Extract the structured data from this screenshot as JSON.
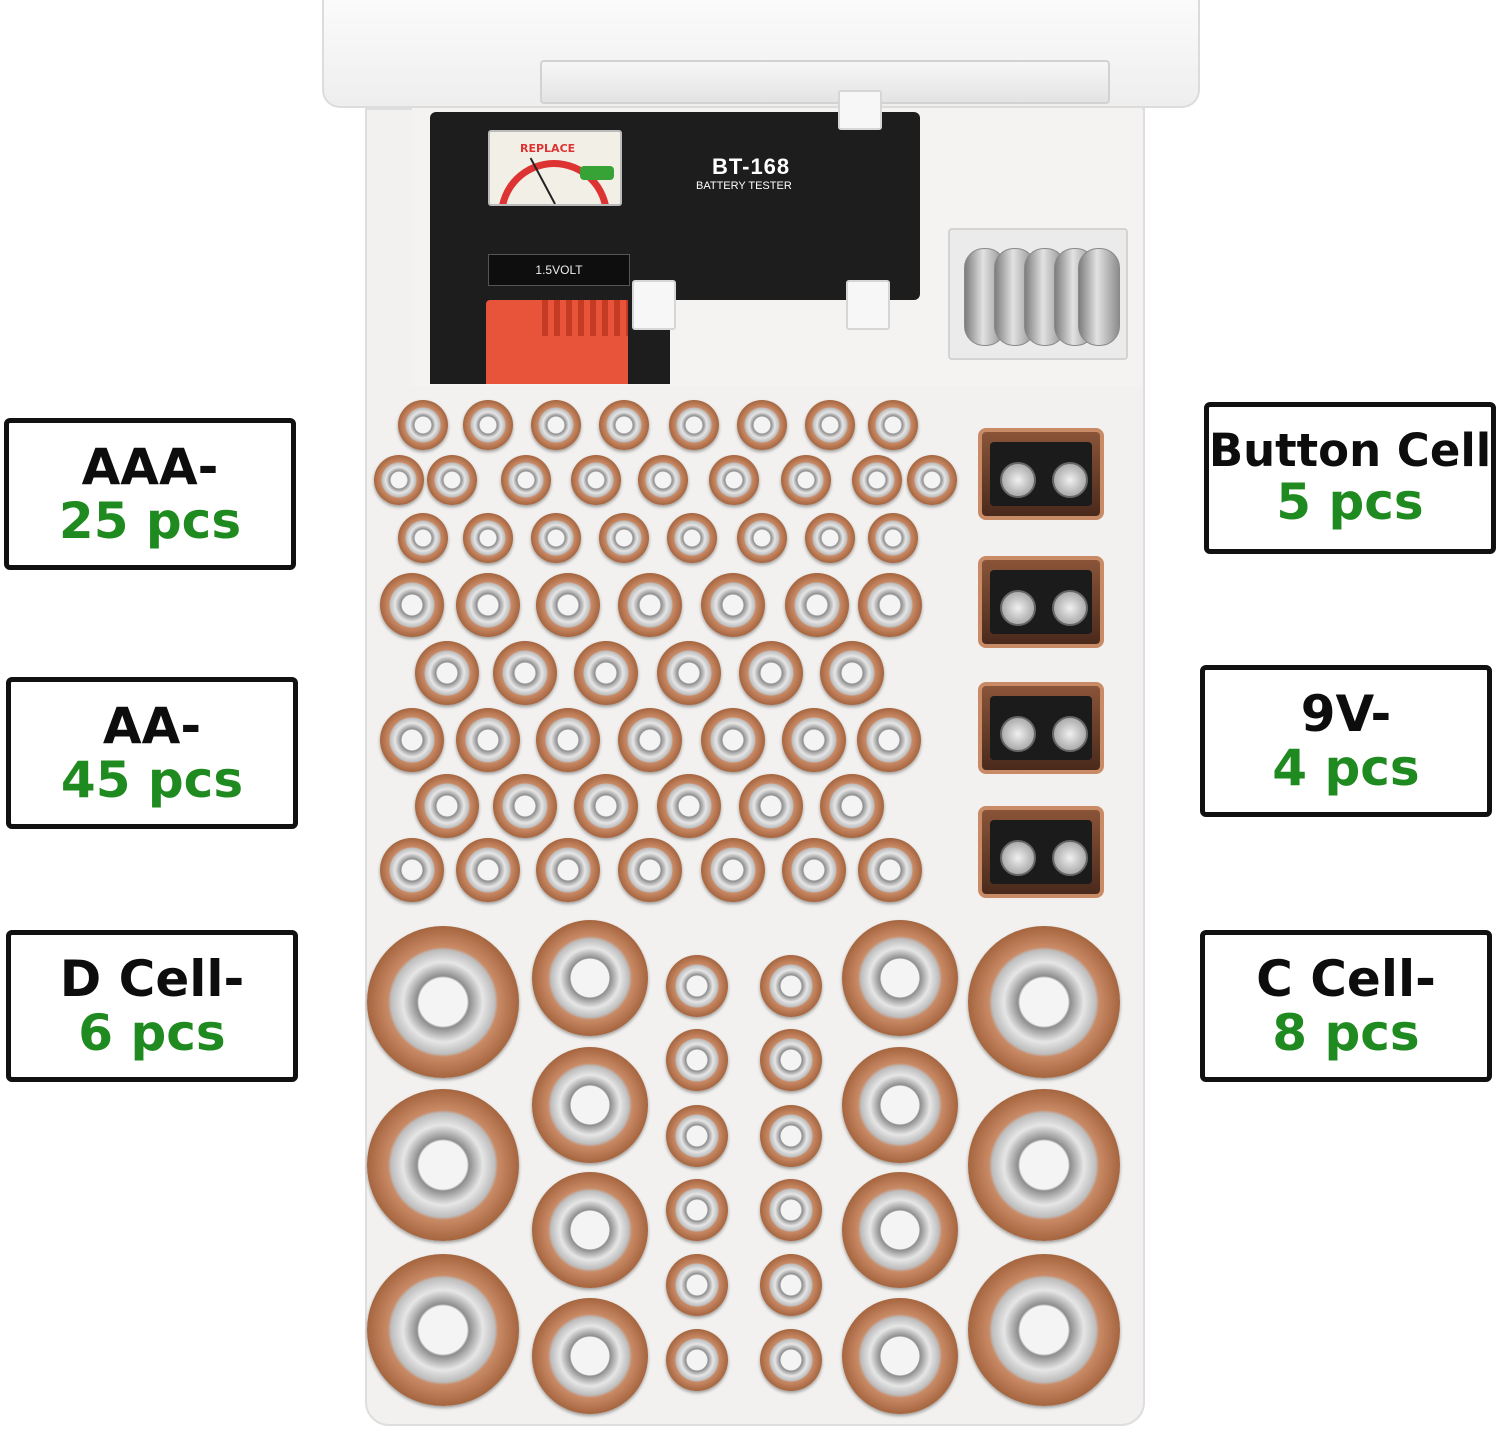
{
  "labels": {
    "aaa": {
      "name": "AAA-",
      "count": "25 pcs"
    },
    "aa": {
      "name": "AA-",
      "count": "45 pcs"
    },
    "d_cell": {
      "name": "D Cell-",
      "count": "6 pcs"
    },
    "button_cell": {
      "name": "Button Cell",
      "count": "5 pcs"
    },
    "nine_v": {
      "name": "9V-",
      "count": "4 pcs"
    },
    "c_cell": {
      "name": "C Cell-",
      "count": "8 pcs"
    }
  },
  "tester": {
    "model": "BT-168",
    "subtitle": "BATTERY TESTER",
    "volt_slot": "1.5VOLT",
    "meter_label": "REPLACE"
  },
  "colors": {
    "label_text": "#0d0d0d",
    "count_text": "#1f8a1f",
    "battery_copper": "#c98a66",
    "battery_silver": "#cfcfcf",
    "case": "#f2f1ef"
  }
}
